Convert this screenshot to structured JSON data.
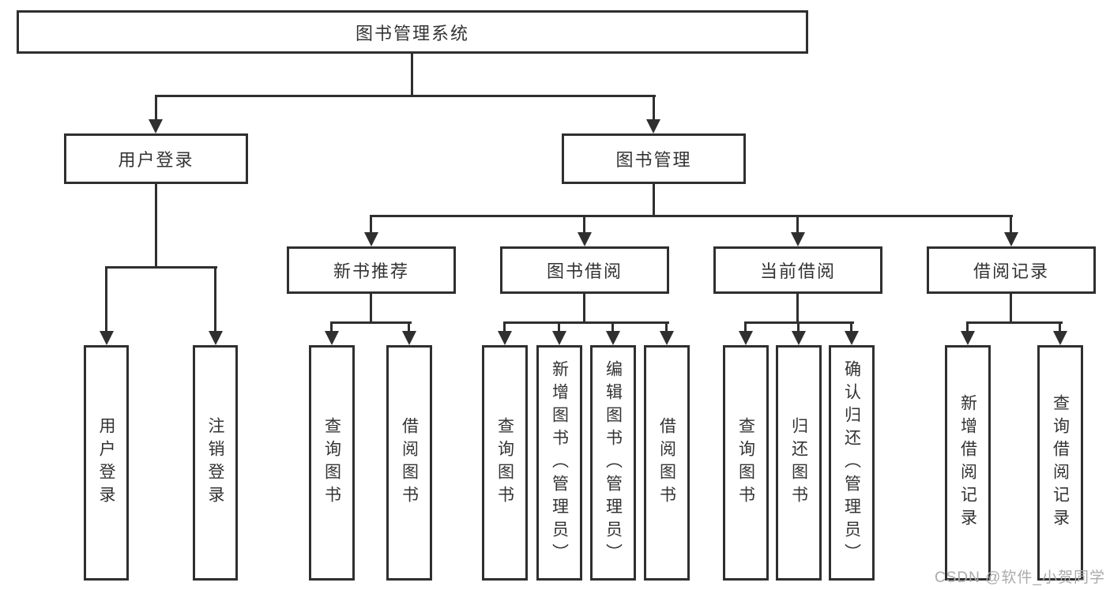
{
  "diagram": {
    "title": "图书管理系统",
    "nodes": {
      "root": "图书管理系统",
      "user_login": "用户登录",
      "book_mgmt": "图书管理",
      "new_books": "新书推荐",
      "book_borrow": "图书借阅",
      "current_borrow": "当前借阅",
      "borrow_records": "借阅记录",
      "user_login_children": [
        "用户登录",
        "注销登录"
      ],
      "new_books_children": [
        "查询图书",
        "借阅图书"
      ],
      "book_borrow_children": [
        "查询图书",
        "新增图书（管理员）",
        "编辑图书（管理员）",
        "借阅图书"
      ],
      "current_borrow_children": [
        "查询图书",
        "归还图书",
        "确认归还（管理员）"
      ],
      "borrow_records_children": [
        "新增借阅记录",
        "查询借阅记录"
      ]
    },
    "colors": {
      "line": "#2f2f2f",
      "text": "#333333",
      "box_background": "#ffffff",
      "watermark": "#ababab"
    }
  },
  "watermark": "CSDN @软件_小贺同学"
}
